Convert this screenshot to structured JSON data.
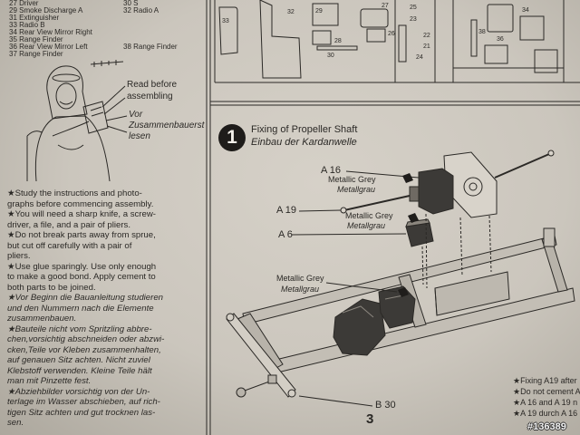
{
  "colors": {
    "paper": "#cbc6bd",
    "ink": "#2b2926",
    "part_dark": "#3c3a37"
  },
  "parts_list": {
    "col1": [
      "27 Driver",
      "29 Smoke Discharge A",
      "31 Extinguisher",
      "33 Radio B",
      "34 Rear View Mirror Right",
      "35 Range Finder",
      "36 Rear View Mirror Left",
      "37 Range Finder"
    ],
    "col2": [
      "30 S",
      "32 Radio A",
      "38 Range Finder"
    ]
  },
  "read_note": {
    "en": [
      "Read before",
      "assembling"
    ],
    "de": [
      "Vor",
      "Zusammenbauerst",
      "lesen"
    ]
  },
  "instructions": [
    "★Study the instructions and photo-",
    "graphs before commencing assembly.",
    "★You will need a sharp knife, a screw-",
    "driver, a file, and a pair of pliers.",
    "★Do not break parts away from sprue,",
    "but cut off carefully with a pair of",
    "pliers.",
    "★Use glue sparingly. Use only enough",
    "to make a good bond. Apply cement to",
    "both parts to be joined.",
    "★Vor Beginn die Bauanleitung studieren",
    "und den Nummern nach die Elemente",
    "zusammenbauen.",
    "★Bauteile nicht vom Spritzling abbre-",
    "chen,vorsichtig abschneiden oder abzwi-",
    "cken,Teile vor Kleben zusammenhalten,",
    "auf genauen Sitz achten. Nicht zuviel",
    "Klebstoff verwenden. Kleine Teile hält",
    "man mit Pinzette fest.",
    "★Abziehbilder vorsichtig von der Un-",
    "terlage im Wasser abschieben, auf rich-",
    "tigen Sitz achten und gut trocknen las-",
    "sen."
  ],
  "sprue_labels": [
    "33",
    "32",
    "29",
    "27",
    "25",
    "23",
    "28",
    "30",
    "26",
    "22",
    "21",
    "24",
    "38",
    "36",
    "34"
  ],
  "step": {
    "number": "1",
    "title_en": "Fixing of Propeller Shaft",
    "title_de": "Einbau der Kardanwelle"
  },
  "callouts": {
    "a16": "A 16",
    "a19": "A 19",
    "a6": "A 6",
    "b30": "B 30"
  },
  "paint_labels": [
    {
      "en": "Metallic Grey",
      "de": "Metallgrau"
    },
    {
      "en": "Metallic Grey",
      "de": "Metallgrau"
    },
    {
      "en": "Metallic Grey",
      "de": "Metallgrau"
    }
  ],
  "notes": [
    "★Fixing A19 after",
    "★Do not cement A",
    "★A 16 and A 19 n",
    "★A 19 durch A 16"
  ],
  "page_number": "3",
  "watermark": "#136389"
}
